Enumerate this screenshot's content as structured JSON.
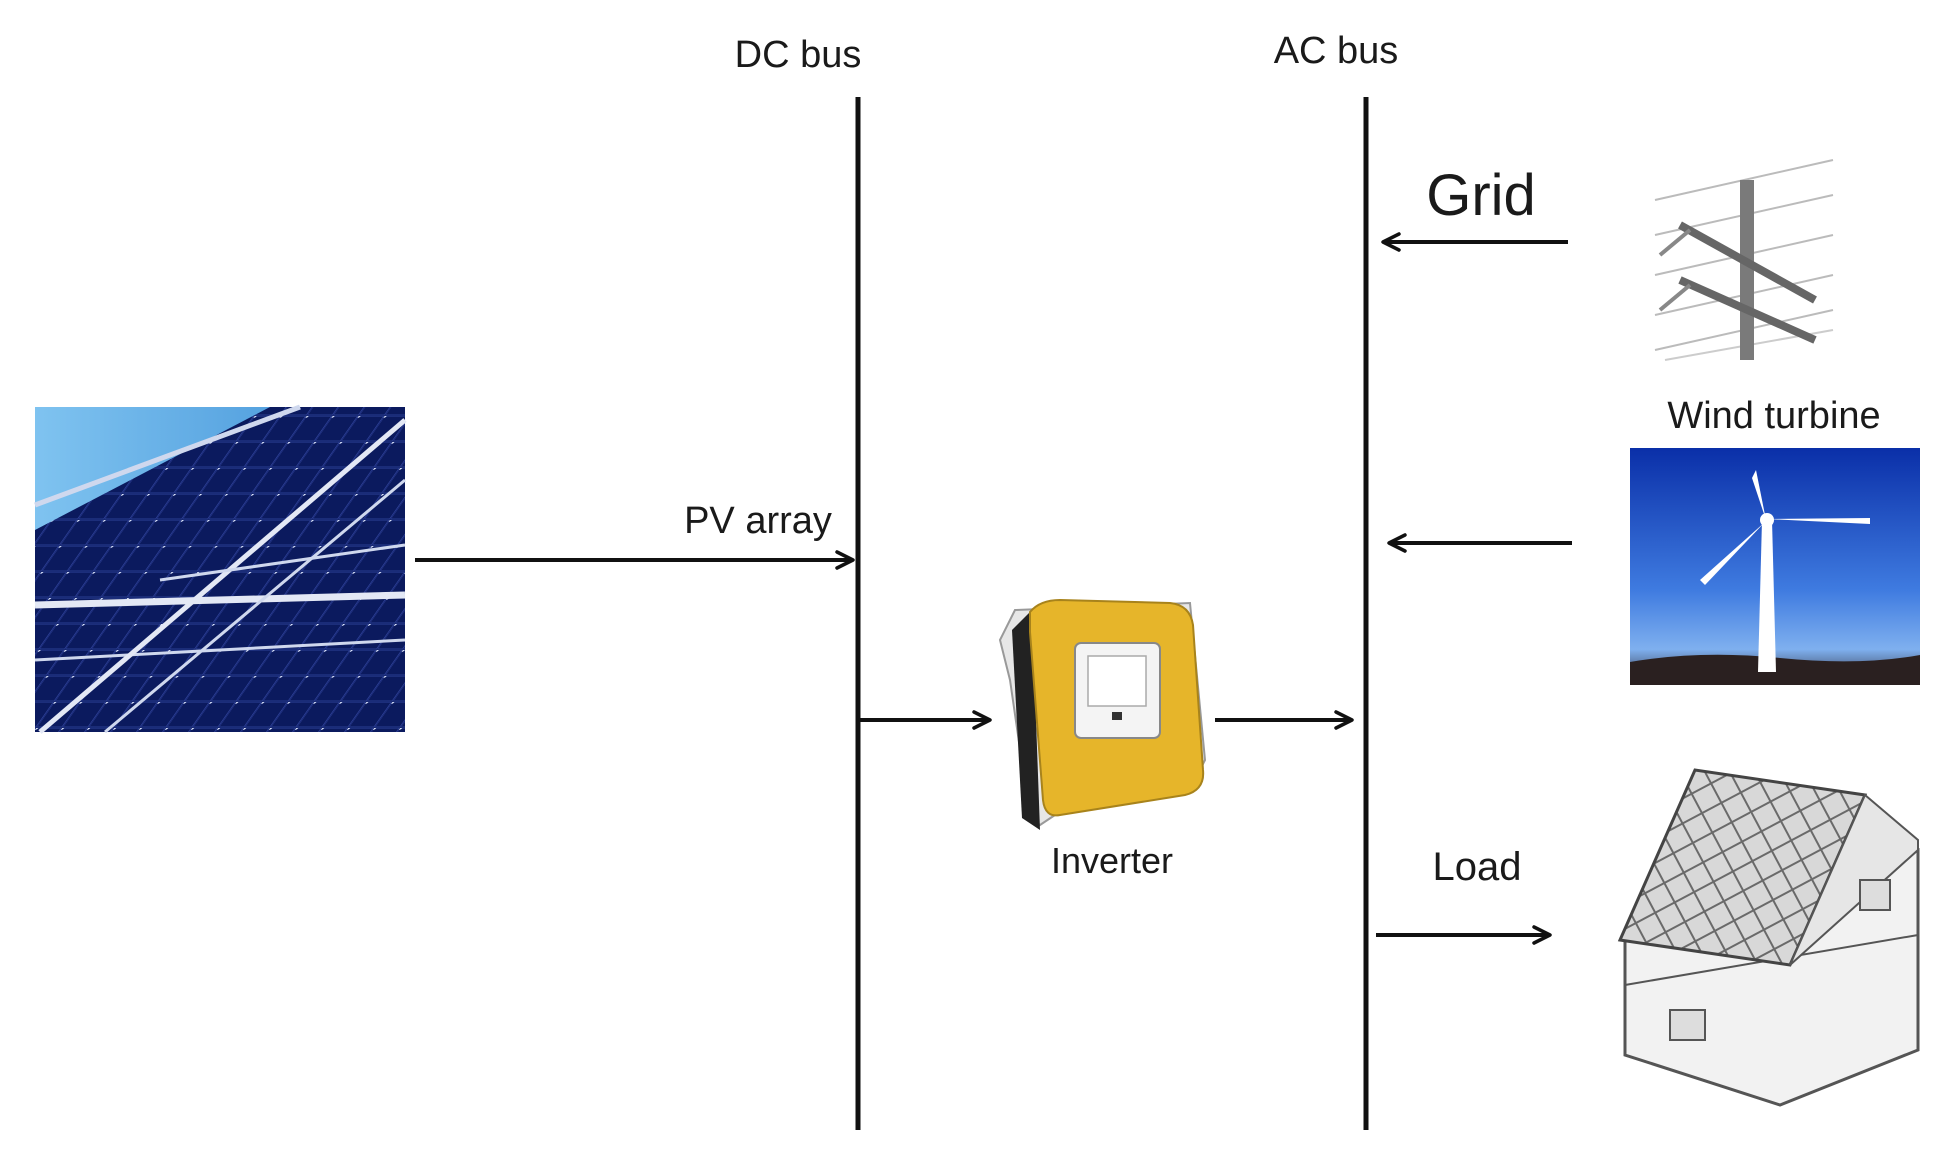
{
  "labels": {
    "dc_bus": "DC bus",
    "ac_bus": "AC bus",
    "grid": "Grid",
    "wind_turbine": "Wind turbine",
    "pv_array": "PV array",
    "inverter": "Inverter",
    "load": "Load"
  },
  "colors": {
    "line": "#111111",
    "inverter_body": "#e6b52a",
    "panel_cell": "#0b1a5e",
    "sky": "#3a6fcf"
  }
}
